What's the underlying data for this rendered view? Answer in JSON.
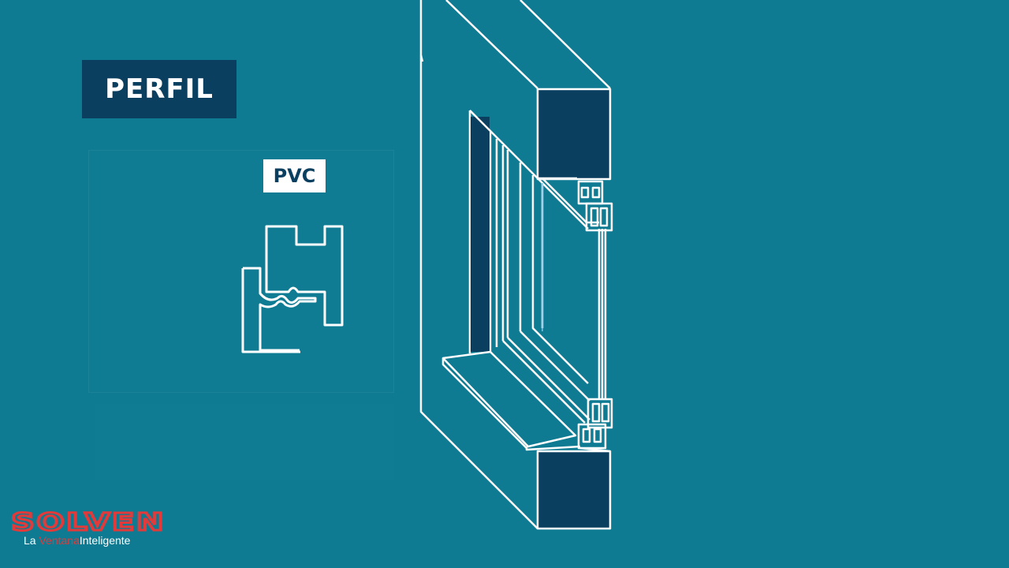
{
  "banner": {
    "title": "PERFIL"
  },
  "material_tag": {
    "label": "PVC"
  },
  "logo": {
    "brand": "SOLVEN",
    "tagline_part1": "La",
    "tagline_part2": "Ventana",
    "tagline_part3": "Inteligente"
  },
  "colors": {
    "background": "#0e7b92",
    "navy": "#0b3f5f",
    "line": "#ffffff",
    "brand_red": "#e23a3a"
  },
  "icons": [
    "pvc-profile-section-icon",
    "window-frame-cutaway-illustration"
  ]
}
